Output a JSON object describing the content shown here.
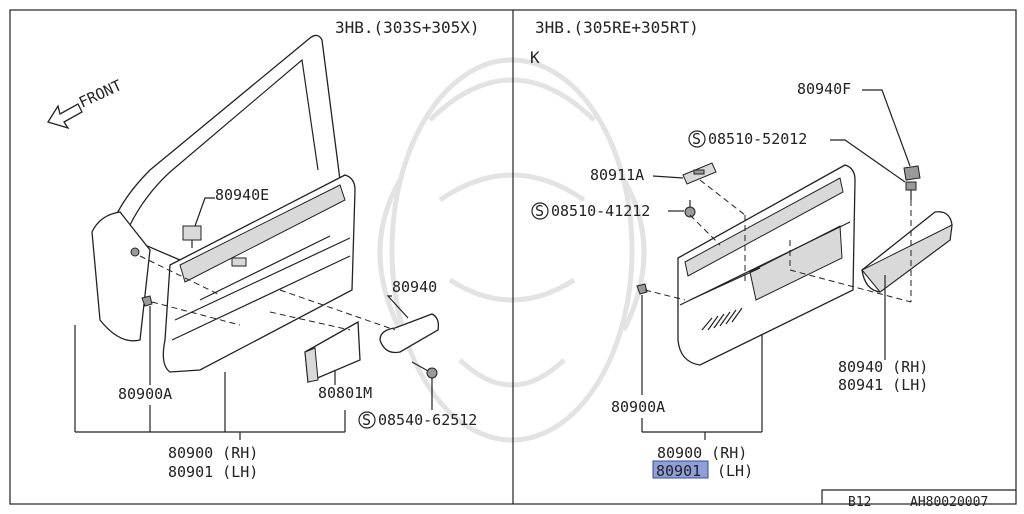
{
  "header": {
    "left_variant": "3HB.(303S+305X)",
    "right_variant": "3HB.(305RE+305RT)",
    "right_code": "K"
  },
  "left_panel": {
    "front_label": "FRONT",
    "labels": {
      "p80940E": "80940E",
      "p80940": "80940",
      "p80900A": "80900A",
      "p80801M": "80801M",
      "screw": "08540-62512",
      "rh": "80900 (RH)",
      "lh": "80901 (LH)"
    }
  },
  "right_panel": {
    "labels": {
      "p80940F": "80940F",
      "screw1": "08510-52012",
      "p80911A": "80911A",
      "screw2": "08510-41212",
      "p80940rh": "80940 (RH)",
      "p80941lh": "80941 (LH)",
      "p80900A": "80900A",
      "rh": "80900 (RH)",
      "lh_num": "80901",
      "lh_side": "(LH)"
    },
    "highlight_color": "#8fa0d8"
  },
  "screw_symbol": "S",
  "footer": {
    "model": "B12",
    "code": "AH80020007"
  }
}
